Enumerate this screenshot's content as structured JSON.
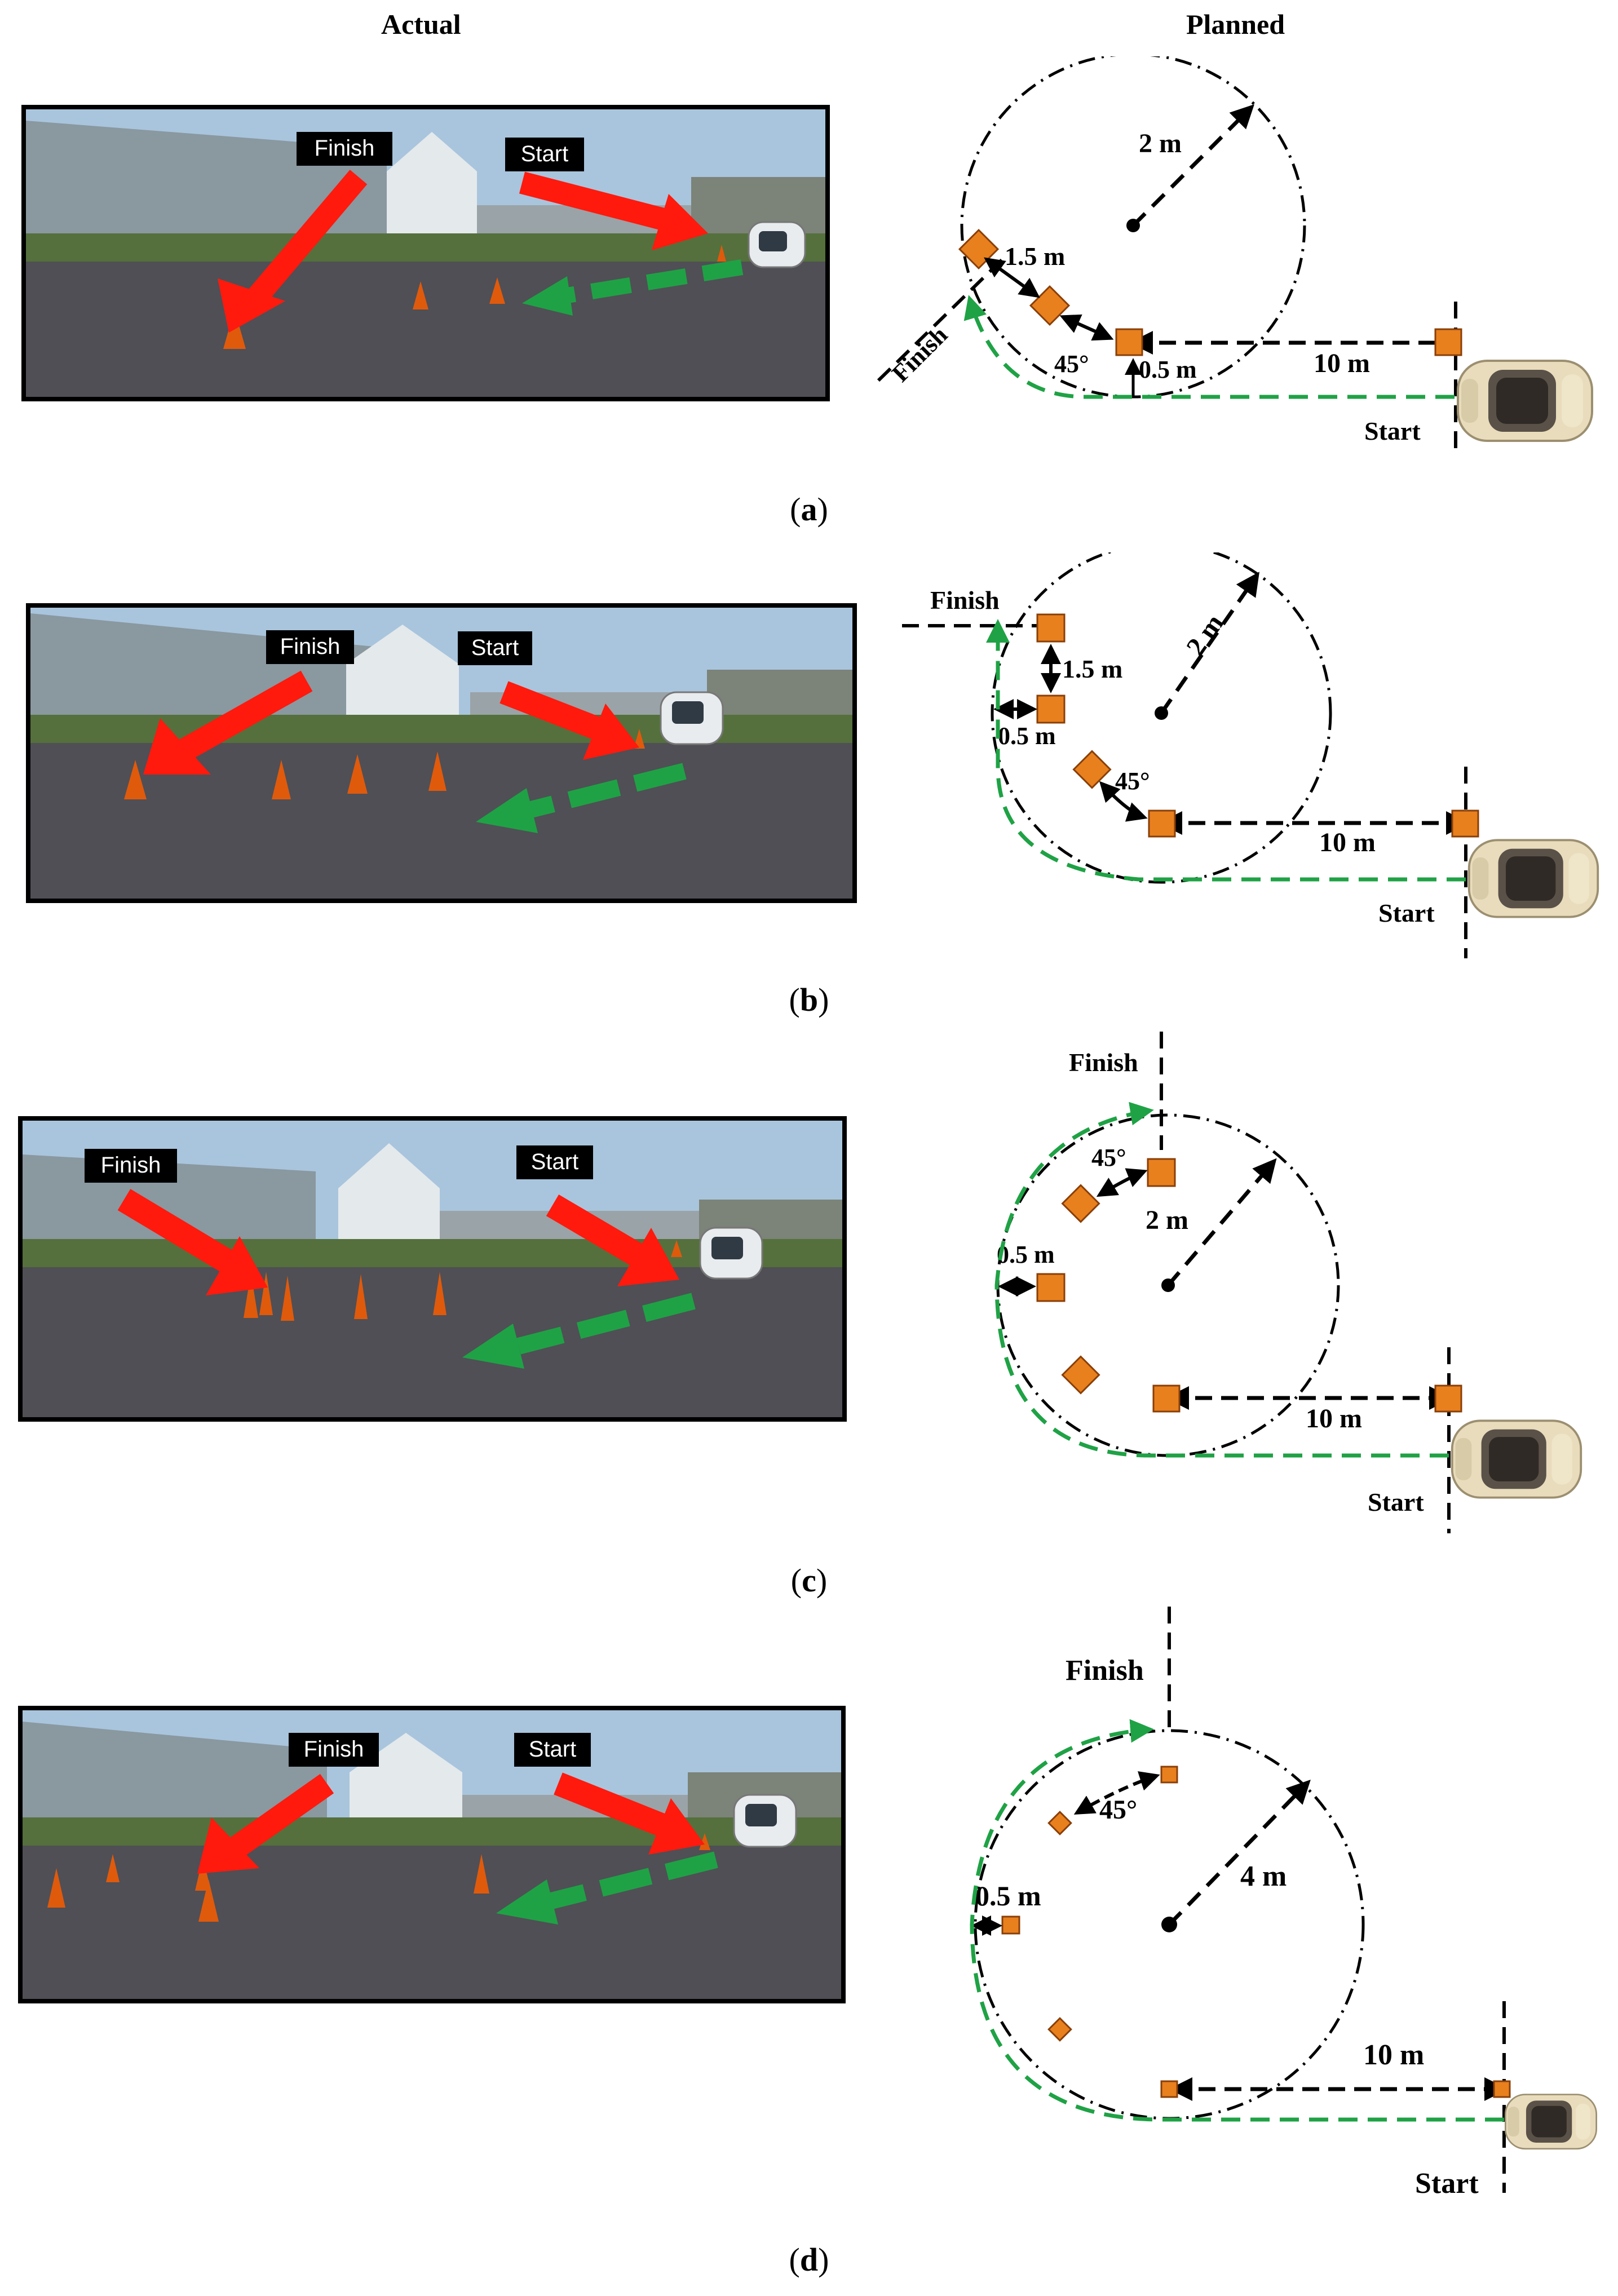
{
  "header": {
    "actual": "Actual",
    "planned": "Planned"
  },
  "colors": {
    "arrow": "#ff1a0d",
    "path": "#1fa245",
    "cone": "#e05a0c",
    "marker": "#e8801e"
  },
  "panels": [
    {
      "label": "a",
      "photo": {
        "finish": "Finish",
        "start": "Start"
      },
      "plan": {
        "radius": "2 m",
        "spacing": "1.5 m",
        "angle": "45°",
        "offset": "0.5 m",
        "distance": "10 m",
        "finish": "Finish",
        "start": "Start"
      }
    },
    {
      "label": "b",
      "photo": {
        "finish": "Finish",
        "start": "Start"
      },
      "plan": {
        "radius": "2 m",
        "spacing": "1.5 m",
        "angle": "45°",
        "offset": "0.5 m",
        "distance": "10 m",
        "finish": "Finish",
        "start": "Start"
      }
    },
    {
      "label": "c",
      "photo": {
        "finish": "Finish",
        "start": "Start"
      },
      "plan": {
        "radius": "2 m",
        "angle": "45°",
        "offset": "0.5 m",
        "distance": "10 m",
        "finish": "Finish",
        "start": "Start"
      }
    },
    {
      "label": "d",
      "photo": {
        "finish": "Finish",
        "start": "Start"
      },
      "plan": {
        "radius": "4 m",
        "angle": "45°",
        "offset": "0.5 m",
        "distance": "10 m",
        "finish": "Finish",
        "start": "Start"
      }
    }
  ]
}
